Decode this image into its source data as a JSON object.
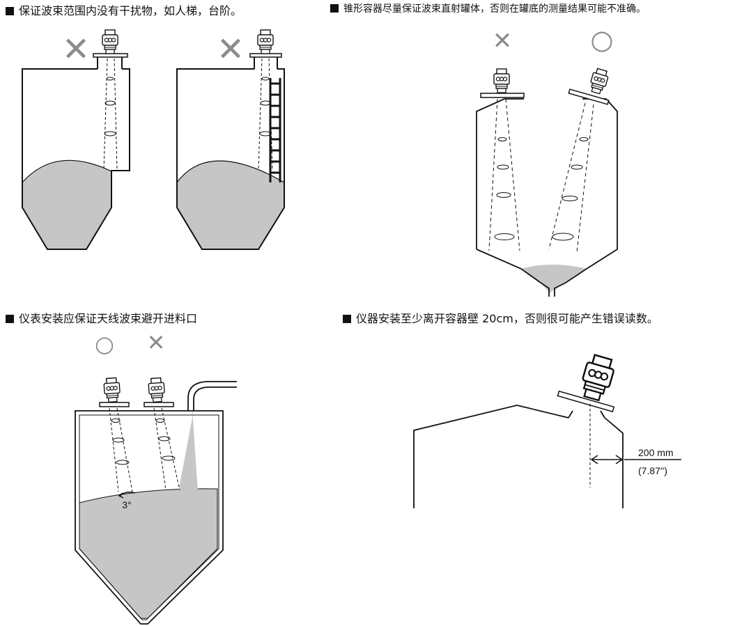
{
  "captions": {
    "beam_clear": "保证波束范围内没有干扰物，如人梯，台阶。",
    "cone_tank": "锥形容器尽量保证波束直射罐体，否则在罐底的测量结果可能不准确。",
    "avoid_inlet": "仪表安装应保证天线波束避开进料口",
    "wall_distance": "仪器安装至少离开容器壁 20cm，否则很可能产生错误读数。"
  },
  "marks": {
    "wrong": "✕",
    "right": "○"
  },
  "angle_label": "3°",
  "dimension": {
    "metric": "200 mm",
    "imperial": "(7.87'')"
  },
  "colors": {
    "material": "#c6c6c6",
    "line": "#111111",
    "mark_gray": "#8c8c8c"
  }
}
